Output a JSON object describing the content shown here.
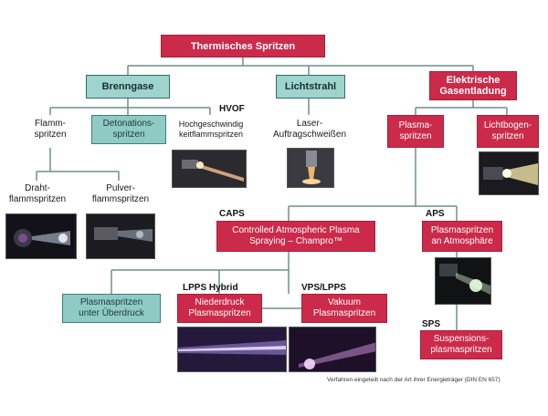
{
  "title": "Thermisches Spritzen",
  "categories": {
    "brenngase": "Brenngase",
    "lichtstrahl": "Lichtstrahl",
    "elektrische": "Elektrische\nGasentladung"
  },
  "tags": {
    "hvof": "HVOF",
    "caps": "CAPS",
    "aps": "APS",
    "lpps_hybrid": "LPPS Hybrid",
    "vps_lpps": "VPS/LPPS",
    "sps": "SPS"
  },
  "processes": {
    "flamm": "Flamm-\nspritzen",
    "detonation": "Detonations-\nspritzen",
    "hvof": "Hochgeschwindig\nkeitflammspritzen",
    "laser": "Laser-\nAuftragschweißen",
    "plasma": "Plasma-\nspritzen",
    "lichtbogen": "Lichtbogen-\nspritzen",
    "draht": "Draht-\nflammspritzen",
    "pulver": "Pulver-\nflammspritzen",
    "caps": "Controlled Atmospheric Plasma\nSpraying – Champro™",
    "aps": "Plasmaspritzen\nan Atmosphäre",
    "ueberdruck": "Plasmaspritzen\nunter Überdruck",
    "niederdruck": "Niederdruck\nPlasmaspritzen",
    "vakuum": "Vakuum\nPlasmaspritzen",
    "suspension": "Suspensions-\nplasmaspritzen"
  },
  "footnote": "Verfahren eingeteilt nach der Art ihrer Energieträger (DIN EN 657)",
  "colors": {
    "accent_red": "#cc2a4a",
    "accent_teal": "#8fcac4",
    "line": "#6f8f8c"
  }
}
